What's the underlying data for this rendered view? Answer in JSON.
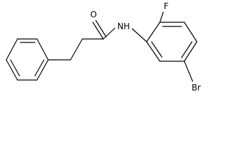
{
  "molecule": {
    "atoms": {
      "oxygen": "O",
      "nitrogen_hydrogen": "NH",
      "fluorine": "F",
      "bromine": "Br"
    }
  }
}
